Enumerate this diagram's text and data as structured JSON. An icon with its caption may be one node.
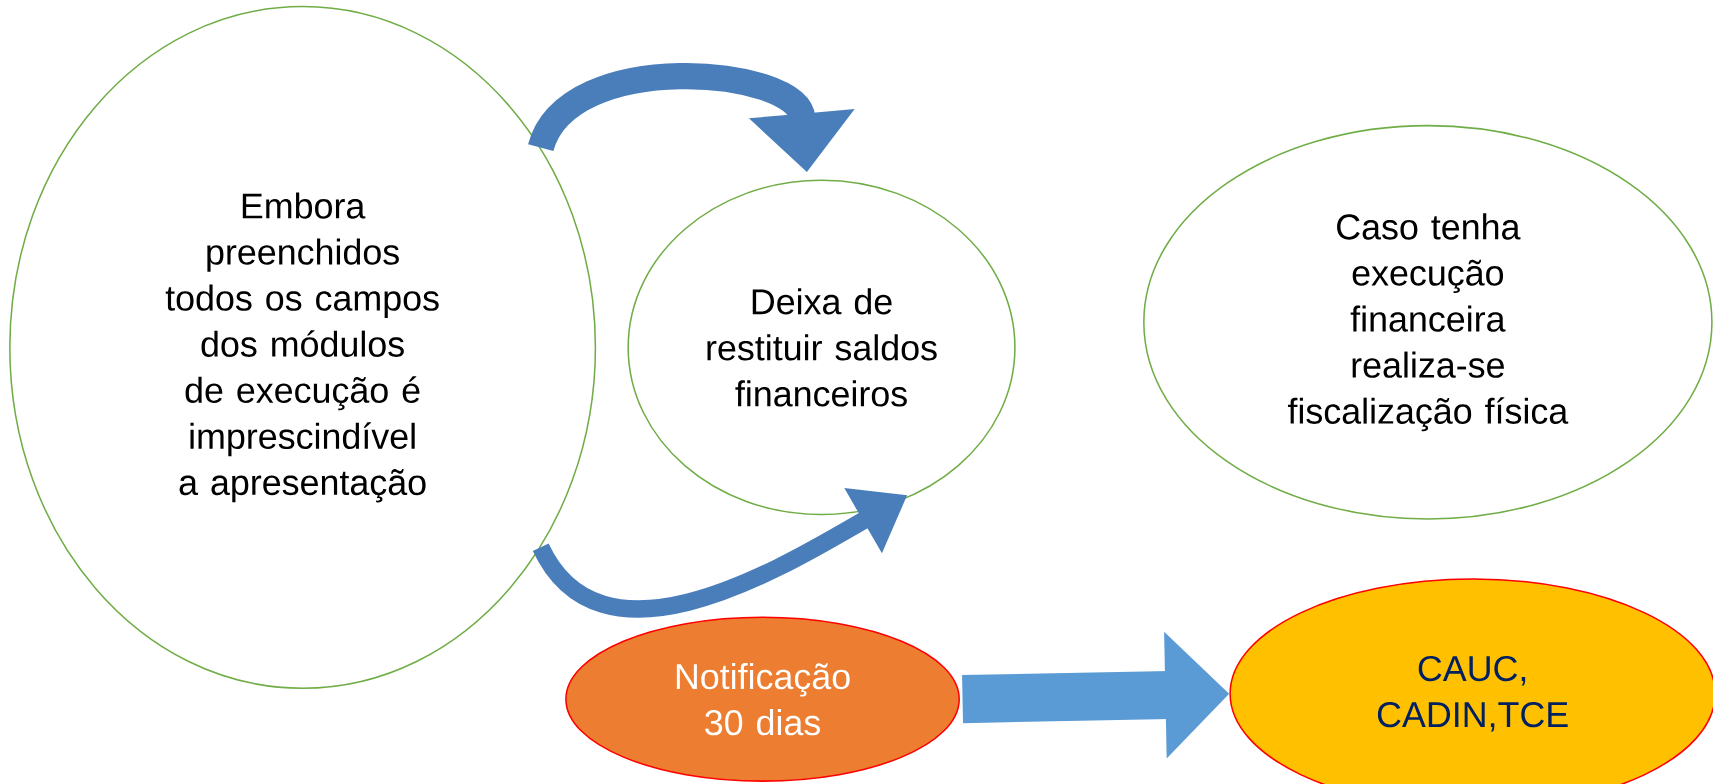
{
  "diagram": {
    "nodes": [
      {
        "text": [
          "Embora preenchidos todos os campos dos módulos de execução é imprescindível a apresentação"
        ]
      },
      {
        "text": [
          "Deixa de restituir saldos financeiros"
        ]
      },
      {
        "text": [
          "Caso tenha execução financeira realiza-se fiscalização física"
        ]
      },
      {
        "text": [
          "Notificação 30 dias"
        ]
      },
      {
        "text": [
          "CAUC, CADIN,TCE"
        ]
      }
    ],
    "edges": [
      {
        "from": 0,
        "to": 1,
        "arrow": "to"
      },
      {
        "from": 0,
        "to": 1,
        "arrow": "to"
      },
      {
        "from": 3,
        "to": 4,
        "arrow": "to",
        "style": "thick"
      }
    ]
  }
}
